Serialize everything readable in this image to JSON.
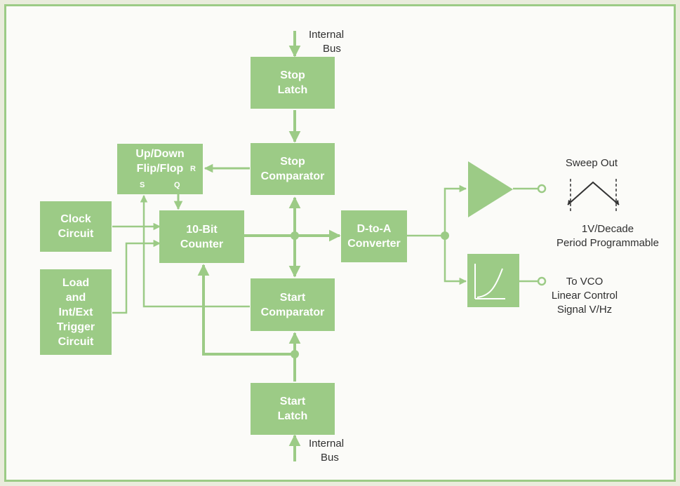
{
  "colors": {
    "block": "#9ccb86",
    "line": "#9ccb86",
    "text": "#2f2f2f",
    "background": "#fbfbf8"
  },
  "blocks": {
    "stop_latch": [
      "Stop",
      "Latch"
    ],
    "stop_comparator": [
      "Stop",
      "Comparator"
    ],
    "updown_flipflop": [
      "Up/Down",
      "Flip/Flop"
    ],
    "flipflop_pins": {
      "r": "R",
      "s": "S",
      "q": "Q"
    },
    "clock_circuit": [
      "Clock",
      "Circuit"
    ],
    "counter": [
      "10-Bit",
      "Counter"
    ],
    "load_trigger": [
      "Load",
      "and",
      "Int/Ext",
      "Trigger",
      "Circuit"
    ],
    "start_comparator": [
      "Start",
      "Comparator"
    ],
    "start_latch": [
      "Start",
      "Latch"
    ],
    "dac": [
      "D-to-A",
      "Converter"
    ]
  },
  "labels": {
    "internal_bus_top": [
      "Internal",
      "Bus"
    ],
    "internal_bus_bottom": [
      "Internal",
      "Bus"
    ],
    "sweep_out": "Sweep Out",
    "sweep_caption": [
      "1V/Decade",
      "Period Programmable"
    ],
    "vco_caption": [
      "To VCO",
      "Linear Control",
      "Signal V/Hz"
    ]
  }
}
